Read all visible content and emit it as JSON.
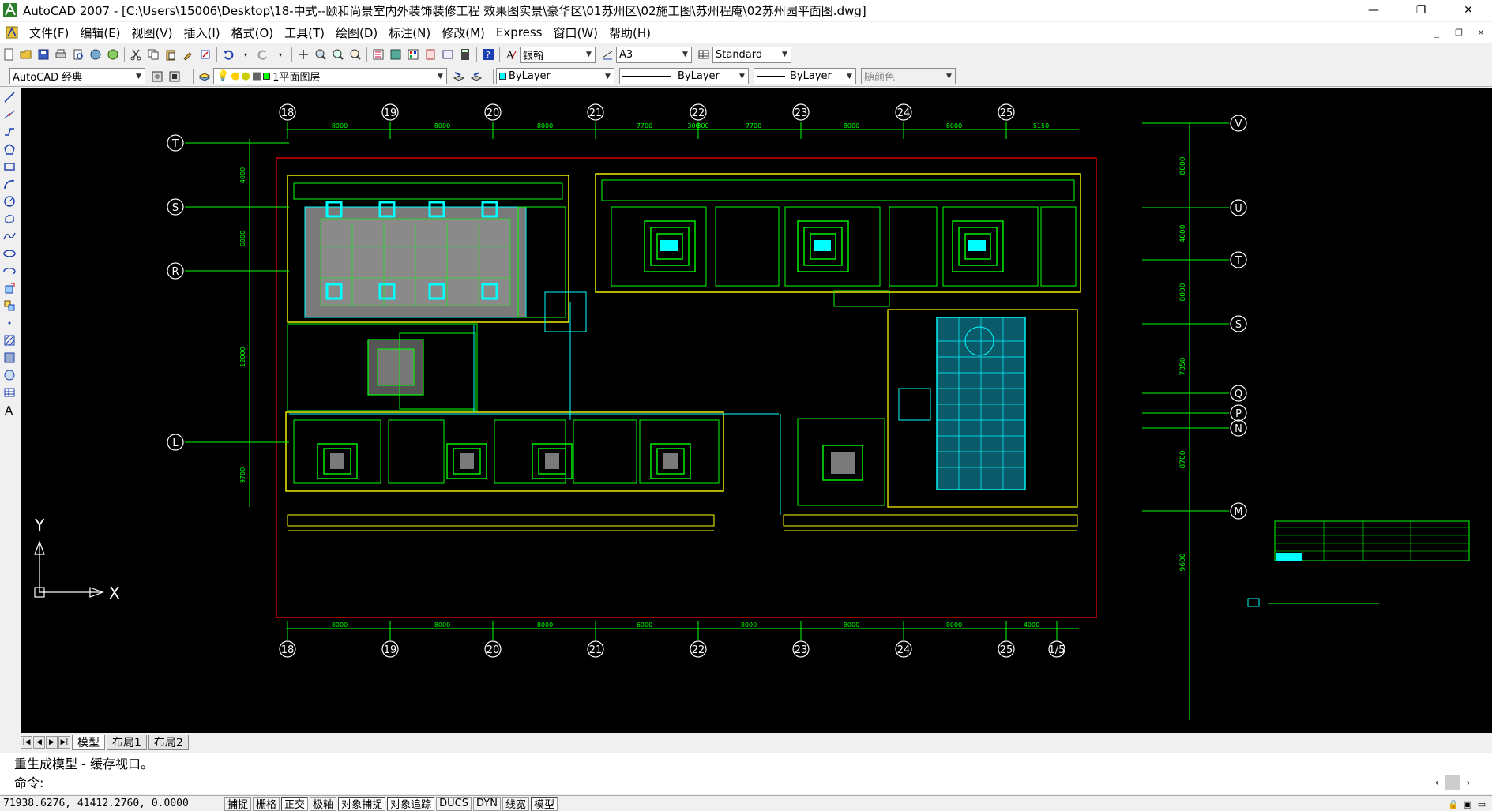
{
  "window": {
    "title": "AutoCAD 2007 - [C:\\Users\\15006\\Desktop\\18-中式--颐和尚景室内外装饰装修工程 效果图实景\\豪华区\\01苏州区\\02施工图\\苏州程庵\\02苏州园平面图.dwg]",
    "minimize": "—",
    "maximize": "❐",
    "close": "✕"
  },
  "menu": {
    "items": [
      "文件(F)",
      "编辑(E)",
      "视图(V)",
      "插入(I)",
      "格式(O)",
      "工具(T)",
      "绘图(D)",
      "标注(N)",
      "修改(M)",
      "Express",
      "窗口(W)",
      "帮助(H)"
    ],
    "mdi_min": "_",
    "mdi_restore": "❐",
    "mdi_close": "✕"
  },
  "toolbar1": {
    "text_style": "银翰",
    "dim_style": "A3",
    "table_style": "Standard"
  },
  "toolbar2": {
    "workspace": "AutoCAD 经典",
    "layer": "1平面图层",
    "color": "ByLayer",
    "linetype": "ByLayer",
    "lineweight": "ByLayer",
    "plotstyle": "随颜色"
  },
  "drawing": {
    "grid_top": [
      "18",
      "19",
      "20",
      "21",
      "22",
      "23",
      "24",
      "25"
    ],
    "grid_bottom": [
      "18",
      "19",
      "20",
      "21",
      "22",
      "23",
      "24",
      "25",
      "1/5"
    ],
    "grid_left": [
      "T",
      "S",
      "R",
      "L"
    ],
    "grid_right": [
      "V",
      "U",
      "T",
      "S",
      "Q",
      "P",
      "N",
      "M"
    ],
    "dims_top": [
      "8000",
      "8000",
      "8000",
      "7700",
      "300",
      "300",
      "7700",
      "8000",
      "8000",
      "5150"
    ],
    "dims_bottom": [
      "8000",
      "8000",
      "8000",
      "6000",
      "8000",
      "8000",
      "8000",
      "4000"
    ],
    "dims_left": [
      "4000",
      "6000",
      "12000",
      "9700"
    ],
    "dims_right": [
      "8000",
      "4000",
      "8000",
      "7850",
      "8700",
      "9600"
    ],
    "ucs_x": "X",
    "ucs_y": "Y"
  },
  "tabs": {
    "nav": [
      "|◀",
      "◀",
      "▶",
      "▶|"
    ],
    "items": [
      "模型",
      "布局1",
      "布局2"
    ]
  },
  "command": {
    "history": "重生成模型 - 缓存视口。",
    "prompt": "命令:"
  },
  "status": {
    "coords": "71938.6276, 41412.2760, 0.0000",
    "toggles": [
      "捕捉",
      "栅格",
      "正交",
      "极轴",
      "对象捕捉",
      "对象追踪",
      "DUCS",
      "DYN",
      "线宽",
      "模型"
    ]
  },
  "colors": {
    "canvas": "#000000",
    "green": "#00ff00",
    "cyan": "#00ffff",
    "yellow": "#ffff00",
    "red": "#ff0000",
    "white": "#ffffff"
  }
}
